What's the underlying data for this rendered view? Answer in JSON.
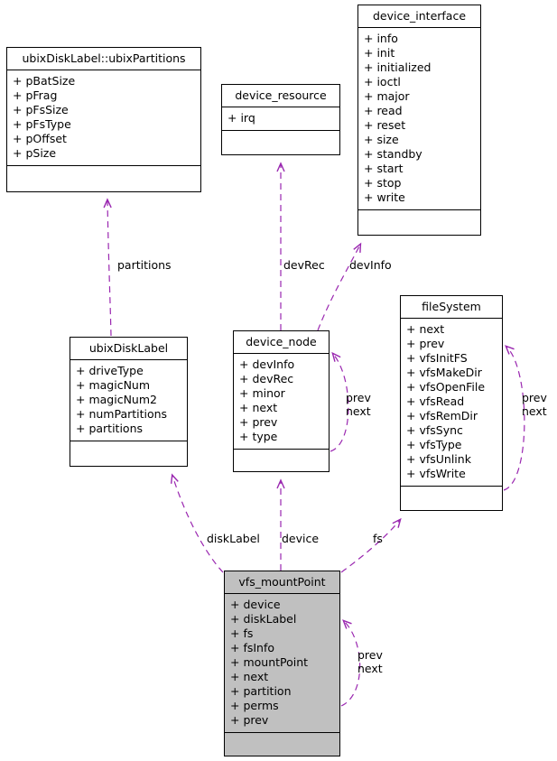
{
  "diagram": {
    "type": "uml-class-collaboration-diagram",
    "background": "#ffffff",
    "edge_color": "#9a27b0",
    "border_color": "#000000",
    "highlight_fill": "#c0c0c0",
    "classes": [
      {
        "id": "ubixPartitions",
        "name": "ubixDiskLabel::ubixPartitions",
        "attributes": [
          "+ pBatSize",
          "+ pFrag",
          "+ pFsSize",
          "+ pFsType",
          "+ pOffset",
          "+ pSize"
        ],
        "operations": [],
        "highlighted": false
      },
      {
        "id": "device_resource",
        "name": "device_resource",
        "attributes": [
          "+ irq"
        ],
        "operations": [],
        "highlighted": false
      },
      {
        "id": "device_interface",
        "name": "device_interface",
        "attributes": [
          "+ info",
          "+ init",
          "+ initialized",
          "+ ioctl",
          "+ major",
          "+ read",
          "+ reset",
          "+ size",
          "+ standby",
          "+ start",
          "+ stop",
          "+ write"
        ],
        "operations": [],
        "highlighted": false
      },
      {
        "id": "ubixDiskLabel",
        "name": "ubixDiskLabel",
        "attributes": [
          "+ driveType",
          "+ magicNum",
          "+ magicNum2",
          "+ numPartitions",
          "+ partitions"
        ],
        "operations": [],
        "highlighted": false
      },
      {
        "id": "device_node",
        "name": "device_node",
        "attributes": [
          "+ devInfo",
          "+ devRec",
          "+ minor",
          "+ next",
          "+ prev",
          "+ type"
        ],
        "operations": [],
        "highlighted": false
      },
      {
        "id": "fileSystem",
        "name": "fileSystem",
        "attributes": [
          "+ next",
          "+ prev",
          "+ vfsInitFS",
          "+ vfsMakeDir",
          "+ vfsOpenFile",
          "+ vfsRead",
          "+ vfsRemDir",
          "+ vfsSync",
          "+ vfsType",
          "+ vfsUnlink",
          "+ vfsWrite"
        ],
        "operations": [],
        "highlighted": false
      },
      {
        "id": "vfs_mountPoint",
        "name": "vfs_mountPoint",
        "attributes": [
          "+ device",
          "+ diskLabel",
          "+ fs",
          "+ fsInfo",
          "+ mountPoint",
          "+ next",
          "+ partition",
          "+ perms",
          "+ prev"
        ],
        "operations": [],
        "highlighted": true
      }
    ],
    "edge_labels": [
      {
        "id": "partitions",
        "text": "partitions",
        "from": "ubixDiskLabel",
        "to": "ubixPartitions"
      },
      {
        "id": "devRec",
        "text": "devRec",
        "from": "device_node",
        "to": "device_resource"
      },
      {
        "id": "devInfo",
        "text": "devInfo",
        "from": "device_node",
        "to": "device_interface"
      },
      {
        "id": "node-prev-next",
        "text": "prev\nnext",
        "line1": "prev",
        "line2": "next",
        "from": "device_node",
        "to": "device_node"
      },
      {
        "id": "fs-prev-next",
        "text": "prev\nnext",
        "line1": "prev",
        "line2": "next",
        "from": "fileSystem",
        "to": "fileSystem"
      },
      {
        "id": "diskLabel",
        "text": "diskLabel",
        "from": "vfs_mountPoint",
        "to": "ubixDiskLabel"
      },
      {
        "id": "device",
        "text": "device",
        "from": "vfs_mountPoint",
        "to": "device_node"
      },
      {
        "id": "fs",
        "text": "fs",
        "from": "vfs_mountPoint",
        "to": "fileSystem"
      },
      {
        "id": "mount-prev-next",
        "text": "prev\nnext",
        "line1": "prev",
        "line2": "next",
        "from": "vfs_mountPoint",
        "to": "vfs_mountPoint"
      }
    ]
  }
}
